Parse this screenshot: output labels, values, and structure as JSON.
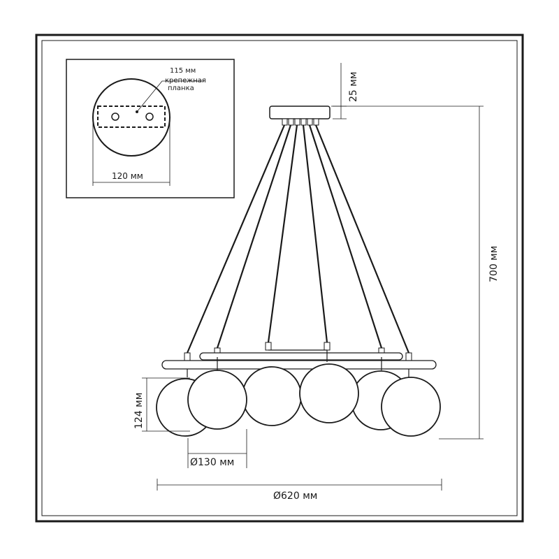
{
  "inset": {
    "plate_width_label": "115 мм",
    "plate_name_line1": "крепежная",
    "plate_name_line2": "планка",
    "canopy_diameter_label": "120 мм"
  },
  "dimensions": {
    "canopy_height_label": "25 мм",
    "total_height_label": "700 мм",
    "shade_height_label": "124 мм",
    "shade_diameter_label": "Ø130 мм",
    "overall_diameter_label": "Ø620 мм"
  },
  "colors": {
    "line": "#1a1a1a",
    "fill": "#ffffff"
  }
}
